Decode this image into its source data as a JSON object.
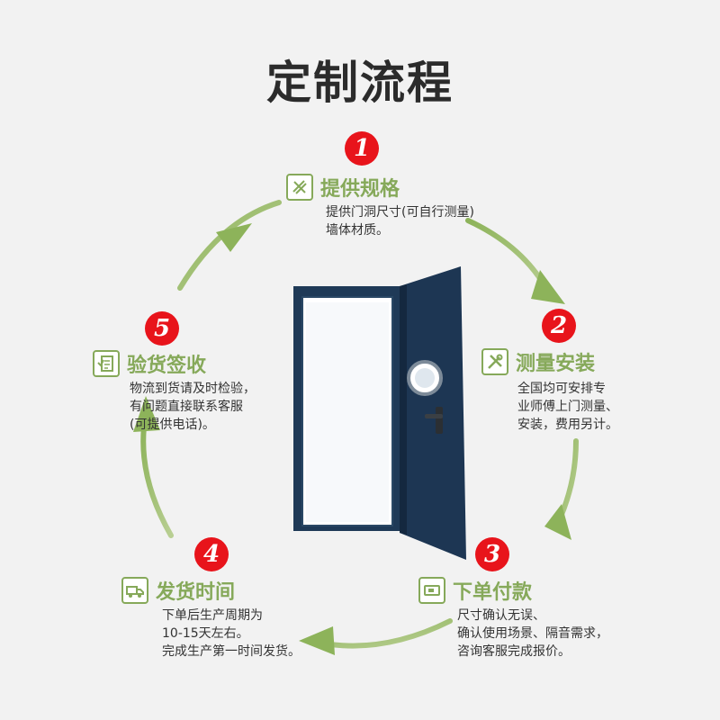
{
  "title": "定制流程",
  "steps": [
    {
      "number": "1",
      "icon": "ruler-tools-icon",
      "title": "提供规格",
      "lines": [
        "提供门洞尺寸(可自行测量)",
        "墙体材质。"
      ]
    },
    {
      "number": "2",
      "icon": "wrench-tools-icon",
      "title": "测量安装",
      "lines": [
        "全国均可安排专",
        "业师傅上门测量、",
        "安装，费用另计。"
      ]
    },
    {
      "number": "3",
      "icon": "payment-card-icon",
      "title": "下单付款",
      "lines": [
        "尺寸确认无误、",
        "确认使用场景、隔音需求，",
        "咨询客服完成报价。"
      ]
    },
    {
      "number": "4",
      "icon": "delivery-truck-icon",
      "title": "发货时间",
      "lines": [
        "下单后生产周期为",
        "10-15天左右。",
        "完成生产第一时间发货。"
      ]
    },
    {
      "number": "5",
      "icon": "receipt-check-icon",
      "title": "验货签收",
      "lines": [
        "物流到货请及时检验，",
        "有问题直接联系客服",
        "(可提供电话)。"
      ]
    }
  ],
  "colors": {
    "accent": "#86a95a",
    "badge": "#e8141b",
    "door": "#1f3a57",
    "background": "#f2f2f2"
  }
}
